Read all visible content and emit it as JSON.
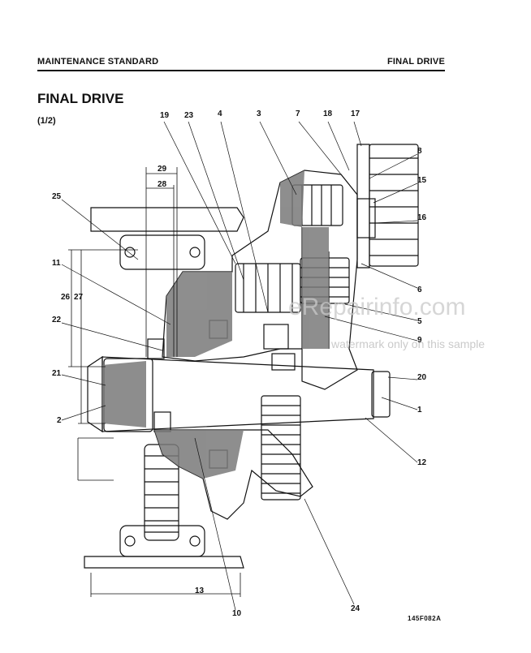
{
  "header": {
    "section_left": "MAINTENANCE STANDARD",
    "section_right": "FINAL DRIVE"
  },
  "page": {
    "title": "FINAL DRIVE",
    "subtitle": "(1/2)",
    "figure_code": "145F082A"
  },
  "watermark": {
    "site": "eRepairinfo.com",
    "note": "watermark only on this sample"
  },
  "callouts": {
    "c1": "1",
    "c2": "2",
    "c3": "3",
    "c4": "4",
    "c5": "5",
    "c6": "6",
    "c7": "7",
    "c8": "8",
    "c9": "9",
    "c10": "10",
    "c11": "11",
    "c12": "12",
    "c13": "13",
    "c15": "15",
    "c16": "16",
    "c17": "17",
    "c18": "18",
    "c19": "19",
    "c20": "20",
    "c21": "21",
    "c22": "22",
    "c23": "23",
    "c24": "24",
    "c25": "25",
    "c26": "26",
    "c27": "27",
    "c28": "28",
    "c29": "29"
  }
}
